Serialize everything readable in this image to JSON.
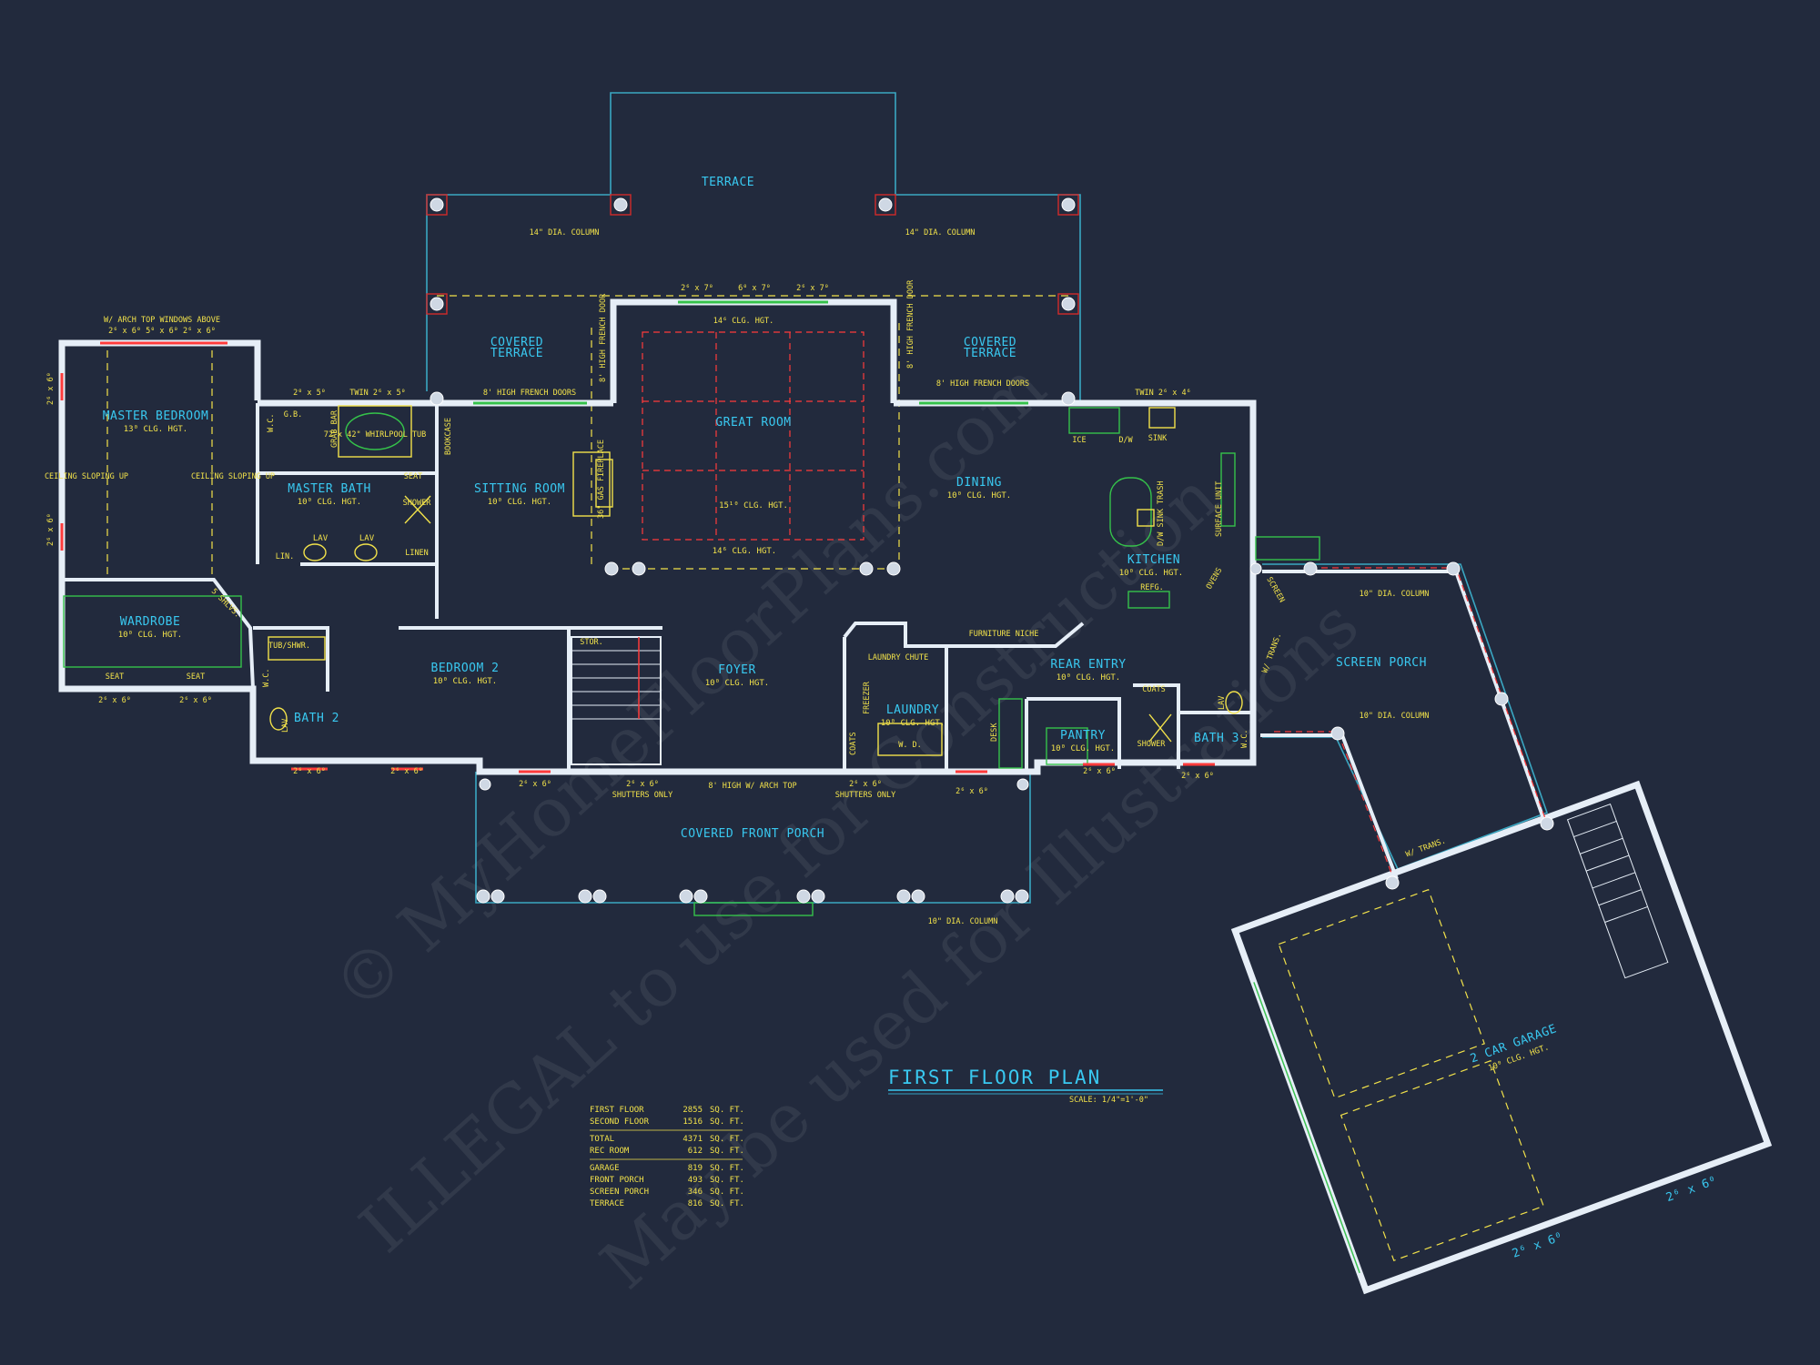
{
  "labels": {
    "terrace": "TERRACE",
    "col_14_left": "14\" DIA. COLUMN",
    "col_14_right": "14\" DIA. COLUMN",
    "door_top_1": "2⁶ x 7⁰",
    "door_top_2": "6⁰ x 7⁰",
    "door_top_3": "2⁶ x 7⁰",
    "great_room_hgt": "14⁶ CLG. HGT.",
    "great_room": "GREAT ROOM",
    "great_room_clg2": "15¹⁰ CLG. HGT.",
    "great_room_beam": "14⁶ CLG. HGT.",
    "covered_terrace": "COVERED",
    "covered_terrace_2": "TERRACE",
    "covered_terrace_r": "COVERED",
    "covered_terrace_r2": "TERRACE",
    "french_doors_left": "8' HIGH FRENCH DOORS",
    "french_doors_right": "8' HIGH FRENCH DOORS",
    "french_door_vert_l": "8' HIGH FRENCH DOOR",
    "french_door_vert_r": "8' HIGH FRENCH DOOR",
    "arch_windows": "W/ ARCH TOP WINDOWS ABOVE",
    "mb_win": "2⁶ x 6⁰   5⁰ x 6⁰   2⁶ x 6⁰",
    "master_bedroom": "MASTER BEDROOM",
    "master_bedroom_hgt": "13⁰ CLG. HGT.",
    "ceiling_sloping_l": "CEILING SLOPING UP",
    "ceiling_sloping_r": "CEILING SLOPING UP",
    "win_2060_side1": "2⁶ x 6⁰",
    "win_2060_side2": "2⁶ x 6⁰",
    "twin_left": "TWIN 2⁶ x 5⁰",
    "win_2050": "2⁰ x 5⁰",
    "whirlpool": "72\"x 42\" WHIRLPOOL TUB",
    "grab_bar": "GRAB BAR",
    "wc": "W.C.",
    "gb": "G.B.",
    "bookcase": "BOOKCASE",
    "sitting_room": "SITTING ROOM",
    "sitting_room_hgt": "10⁰ CLG. HGT.",
    "master_bath": "MASTER BATH",
    "master_bath_hgt": "10⁰ CLG. HGT.",
    "seat_bath": "SEAT",
    "shower": "SHOWER",
    "lav1": "LAV",
    "lav2": "LAV",
    "lin": "LIN.",
    "linen": "LINEN",
    "fireplace": "36\" GAS FIREPLACE",
    "wardrobe": "WARDROBE",
    "wardrobe_hgt": "10⁰ CLG. HGT.",
    "shelves": "5 SHLVS.",
    "seat_w1": "SEAT",
    "seat_w2": "SEAT",
    "win_w1": "2⁶ x 6⁰",
    "win_w2": "2⁶ x 6⁰",
    "tub_shwr": "TUB/SHWR.",
    "bath2": "BATH 2",
    "bath2_lav": "LAV",
    "bath2_wc": "W.C.",
    "bedroom2": "BEDROOM 2",
    "bedroom2_hgt": "10⁰ CLG. HGT.",
    "win_b1": "2⁶ x 6⁰",
    "win_b2": "2⁶ x 6⁰",
    "stor": "STOR.",
    "foyer": "FOYER",
    "foyer_hgt": "10⁰ CLG. HGT.",
    "win_f1": "2⁶ x 6⁰",
    "win_f2": "2⁶ x 6⁰",
    "shutters_l": "SHUTTERS ONLY",
    "shutters_r": "SHUTTERS ONLY",
    "win_f3": "2⁶ x 6⁰",
    "win_f4": "2⁶ x 6⁰",
    "arch_door": "8' HIGH W/ ARCH TOP",
    "covered_porch": "COVERED FRONT PORCH",
    "col_10_porch": "10\" DIA. COLUMN",
    "dining": "DINING",
    "dining_hgt": "10⁰ CLG. HGT.",
    "twin_right": "TWIN 2⁶ x 4⁶",
    "ice": "ICE",
    "dw": "D/W",
    "sink": "SINK",
    "dw_sink_trash": "D/W SINK TRASH",
    "surface_unit": "SURFACE UNIT",
    "kitchen": "KITCHEN",
    "kitchen_hgt": "10⁰ CLG. HGT.",
    "refg": "REFG.",
    "ovens": "OVENS",
    "furniture_niche": "FURNITURE NICHE",
    "laundry_chute": "LAUNDRY CHUTE",
    "freezer": "FREEZER",
    "laundry": "LAUNDRY",
    "laundry_hgt": "10⁰ CLG. HGT.",
    "wd": "W.  D.",
    "coats1": "COATS",
    "rear_entry": "REAR ENTRY",
    "rear_entry_hgt": "10⁰ CLG. HGT.",
    "desk": "DESK",
    "pantry": "PANTRY",
    "pantry_hgt": "10⁰ CLG. HGT.",
    "win_p": "2⁶ x 6⁰",
    "coats2": "COATS",
    "shower2": "SHOWER",
    "bath3": "BATH 3",
    "bath3_lav": "LAV",
    "bath3_wc": "W.C.",
    "win_b3": "2⁶ x 6⁰",
    "w_trans_l": "W/ TRANS.",
    "screen": "SCREEN",
    "col_10_sp1": "10\" DIA. COLUMN",
    "screen_porch": "SCREEN PORCH",
    "col_10_sp2": "10\" DIA. COLUMN",
    "w_trans_g": "W/ TRANS.",
    "garage": "2 CAR GARAGE",
    "garage_hgt": "10⁰ CLG. HGT.",
    "win_g1": "2⁶ x 6⁰",
    "win_g2": "2⁶ x 6⁰",
    "plan_title": "FIRST FLOOR PLAN",
    "scale": "SCALE: 1/4\"=1'-0\""
  },
  "areas": [
    {
      "name": "FIRST FLOOR",
      "value": "2855",
      "unit": "SQ. FT."
    },
    {
      "name": "SECOND FLOOR",
      "value": "1516",
      "unit": "SQ. FT."
    },
    {
      "name": "TOTAL",
      "value": "4371",
      "unit": "SQ. FT."
    },
    {
      "name": "REC ROOM",
      "value": "612",
      "unit": "SQ. FT."
    },
    {
      "name": "GARAGE",
      "value": "819",
      "unit": "SQ. FT."
    },
    {
      "name": "FRONT PORCH",
      "value": "493",
      "unit": "SQ. FT."
    },
    {
      "name": "SCREEN PORCH",
      "value": "346",
      "unit": "SQ. FT."
    },
    {
      "name": "TERRACE",
      "value": "816",
      "unit": "SQ. FT."
    }
  ],
  "watermark": [
    "© MyHomeFloorPlans.com",
    "ILLEGAL to use for Construction",
    "May be used for Illustrations"
  ],
  "colors": {
    "background": "#222a3d",
    "walls": "#e6eef7",
    "room_labels": "#39c8f0",
    "notes": "#f2e24a",
    "outline": "#3aa7c2",
    "accent_red": "#ff3b3b",
    "accent_green": "#35c24a"
  }
}
